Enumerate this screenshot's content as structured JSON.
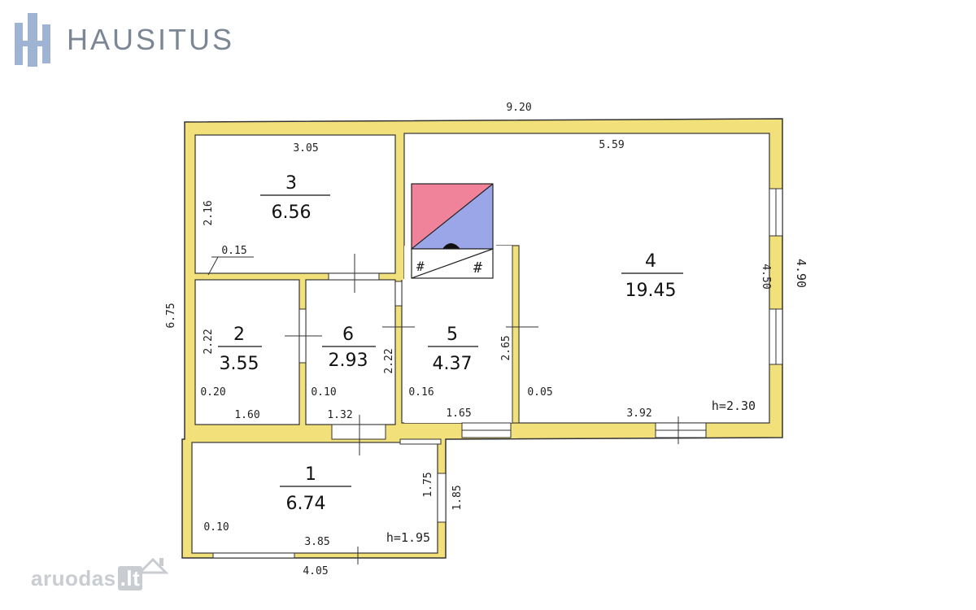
{
  "brand": {
    "name": "HAUSITUS",
    "watermark": "aruodas",
    "watermark_tld": ".lt"
  },
  "colors": {
    "wall": "#f2e07a",
    "wall_stroke": "#333333",
    "stove_red": "#f0829a",
    "stove_blue": "#9aa6e8"
  },
  "icons": [
    "building-logo-icon",
    "house-watermark-icon",
    "stove-icon"
  ],
  "rooms": [
    {
      "id": "1",
      "number": "1",
      "area": "6.74"
    },
    {
      "id": "2",
      "number": "2",
      "area": "3.55"
    },
    {
      "id": "3",
      "number": "3",
      "area": "6.56"
    },
    {
      "id": "4",
      "number": "4",
      "area": "19.45"
    },
    {
      "id": "5",
      "number": "5",
      "area": "4.37"
    },
    {
      "id": "6",
      "number": "6",
      "area": "2.93"
    }
  ],
  "dimensions": {
    "overall_width": "9.20",
    "overall_depth": "6.75",
    "room3_width": "3.05",
    "room3_depth": "2.16",
    "room4_width": "5.59",
    "room4_depth_inner": "4.50",
    "room4_depth_outer": "4.90",
    "room4_bottom": "3.92",
    "room4_height": "h=2.30",
    "wall_015": "0.15",
    "room2_depth": "2.22",
    "room2_width": "1.60",
    "wall_020": "0.20",
    "room6_width": "1.32",
    "wall_010_a": "0.10",
    "room6_depth": "2.22",
    "room5_width": "1.65",
    "room5_depth": "2.65",
    "wall_016": "0.16",
    "wall_005": "0.05",
    "room1_width": "3.85",
    "room1_outer_width": "4.05",
    "room1_depth_inner": "1.75",
    "room1_depth_outer": "1.85",
    "room1_height": "h=1.95",
    "wall_010_b": "0.10",
    "stove_mark_left": "#",
    "stove_mark_right": "#"
  }
}
